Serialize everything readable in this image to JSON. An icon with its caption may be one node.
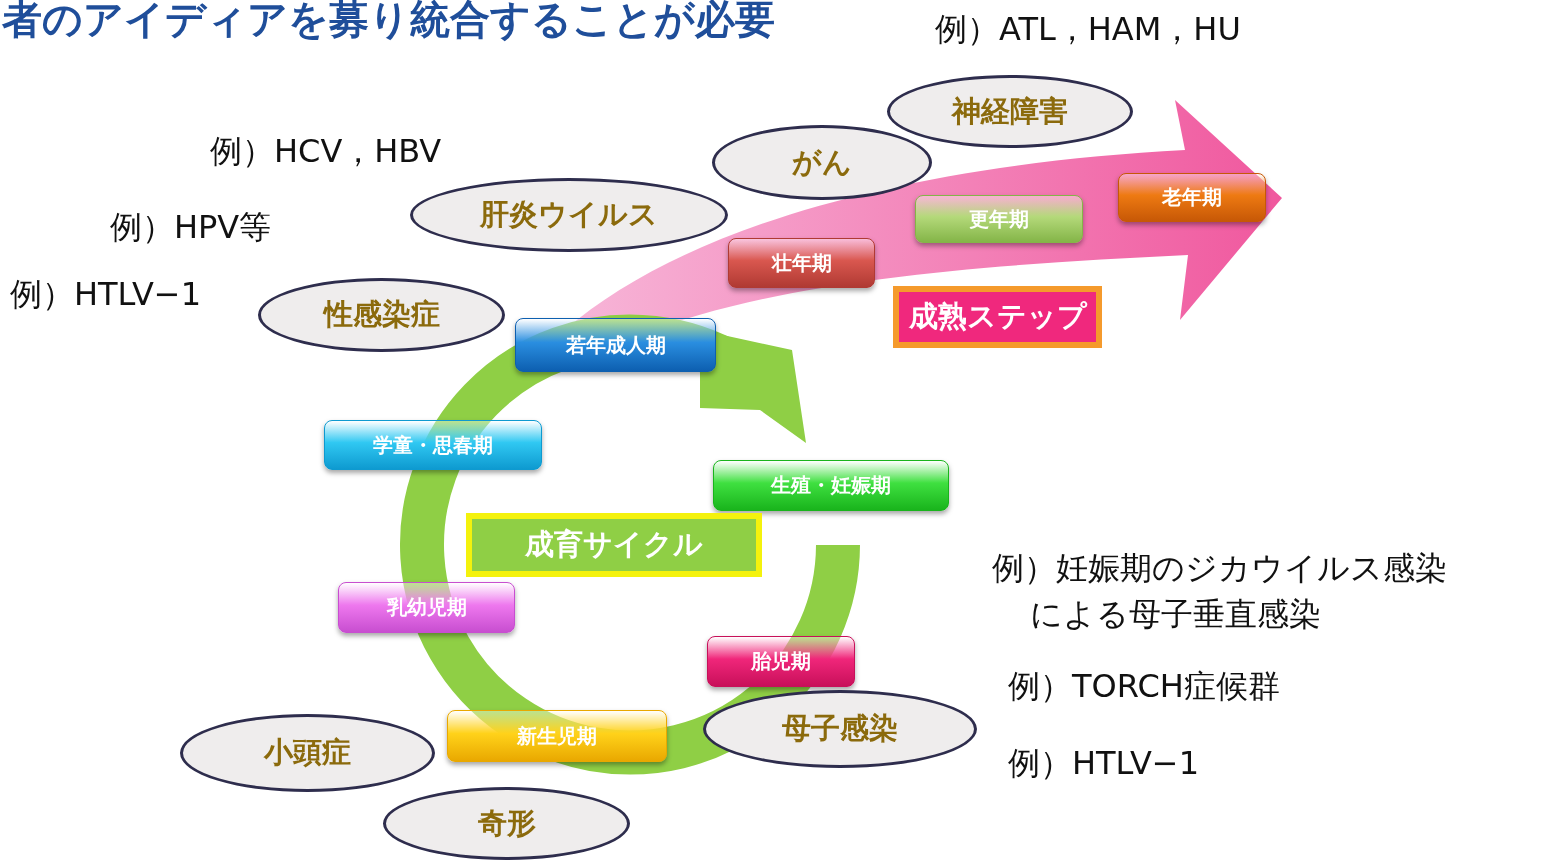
{
  "diagram": {
    "title": "者のアイディアを募り統合することが必要",
    "nodes": [
      {
        "text": [
          "神経障害"
        ]
      },
      {
        "text": [
          "がん"
        ]
      },
      {
        "text": [
          "肝炎ウイルス"
        ]
      },
      {
        "text": [
          "性感染症"
        ]
      },
      {
        "text": [
          "老年期"
        ]
      },
      {
        "text": [
          "更年期"
        ]
      },
      {
        "text": [
          "壮年期"
        ]
      },
      {
        "text": [
          "成熟ステップ"
        ]
      },
      {
        "text": [
          "若年成人期"
        ]
      },
      {
        "text": [
          "学童・思春期"
        ]
      },
      {
        "text": [
          "生殖・妊娠期"
        ]
      },
      {
        "text": [
          "成育サイクル"
        ]
      },
      {
        "text": [
          "乳幼児期"
        ]
      },
      {
        "text": [
          "胎児期"
        ]
      },
      {
        "text": [
          "新生児期"
        ]
      },
      {
        "text": [
          "母子感染"
        ]
      },
      {
        "text": [
          "小頭症"
        ]
      },
      {
        "text": [
          "奇形"
        ]
      }
    ],
    "labels": [
      "例）ATL，HAM，HU",
      "例）HCV，HBV",
      "例）HPV等",
      "例）HTLV−1",
      "例）妊娠期のジカウイルス感染による母子垂直感染",
      "例）TORCH症候群",
      "例）HTLV−1"
    ]
  }
}
